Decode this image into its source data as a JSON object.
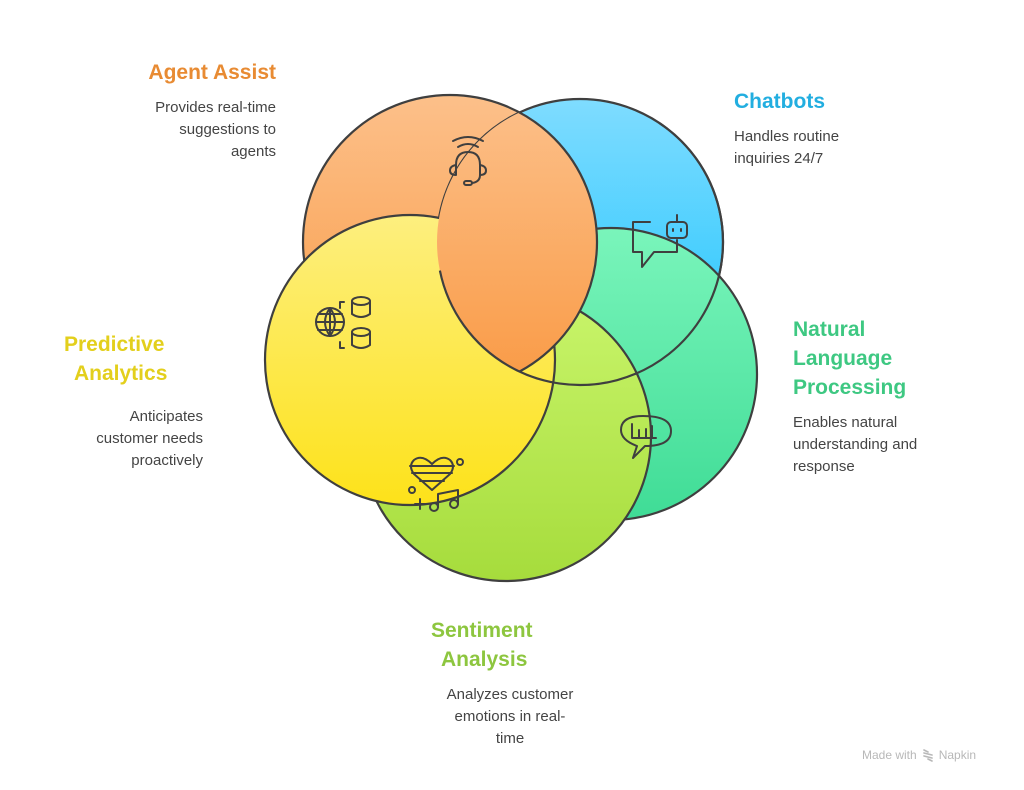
{
  "diagram": {
    "type": "pinwheel",
    "segments": [
      {
        "id": "agent-assist",
        "title": "Agent Assist",
        "description_lines": [
          "Provides real-time",
          "suggestions to",
          "agents"
        ],
        "icon": "headset-icon",
        "title_color": "#e88b33",
        "fill_top": "#fcc08a",
        "fill_bottom": "#f99a45"
      },
      {
        "id": "chatbots",
        "title": "Chatbots",
        "description_lines": [
          "Handles routine",
          "inquiries 24/7"
        ],
        "icon": "chatbot-icon",
        "title_color": "#22aee0",
        "fill_top": "#7fdcff",
        "fill_bottom": "#1dc4fe"
      },
      {
        "id": "nlp",
        "title_lines": [
          "Natural",
          "Language",
          "Processing"
        ],
        "description_lines": [
          "Enables natural",
          "understanding and",
          "response"
        ],
        "icon": "chat-chart-icon",
        "title_color": "#3ec882",
        "fill_top": "#7af5bb",
        "fill_bottom": "#3fdc96"
      },
      {
        "id": "sentiment",
        "title_lines": [
          "Sentiment",
          "Analysis"
        ],
        "description_lines": [
          "Analyzes customer",
          "emotions in real-",
          "time"
        ],
        "icon": "heart-music-icon",
        "title_color": "#8dc63f",
        "fill_top": "#c9f56b",
        "fill_bottom": "#a6dc3c"
      },
      {
        "id": "predictive",
        "title_lines": [
          "Predictive",
          "Analytics"
        ],
        "description_lines": [
          "Anticipates",
          "customer needs",
          "proactively"
        ],
        "icon": "globe-database-icon",
        "title_color": "#e3cf1c",
        "fill_top": "#fdef7f",
        "fill_bottom": "#fde21a"
      }
    ],
    "stroke_color": "#3f3f3f"
  },
  "credit": {
    "prefix": "Made with",
    "brand": "Napkin"
  }
}
